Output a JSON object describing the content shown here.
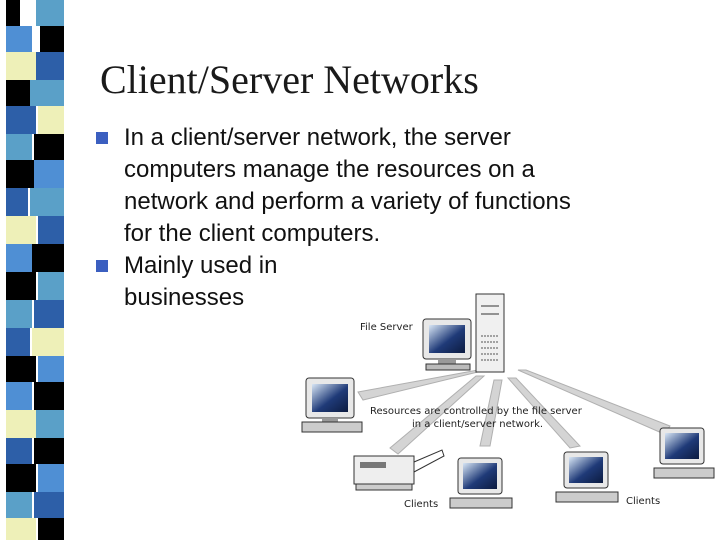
{
  "slide": {
    "title": "Client/Server Networks",
    "bullets": [
      "In a client/server network, the server computers manage the resources on a network and perform a variety of functions for the client computers.",
      "Mainly used in businesses"
    ],
    "bullet_color": "#3b5fc0"
  },
  "figure": {
    "server_label": "File Server",
    "caption_line1": "Resources are controlled by the file server",
    "caption_line2": "in a client/server network.",
    "clients_label_left": "Clients",
    "clients_label_right": "Clients"
  }
}
